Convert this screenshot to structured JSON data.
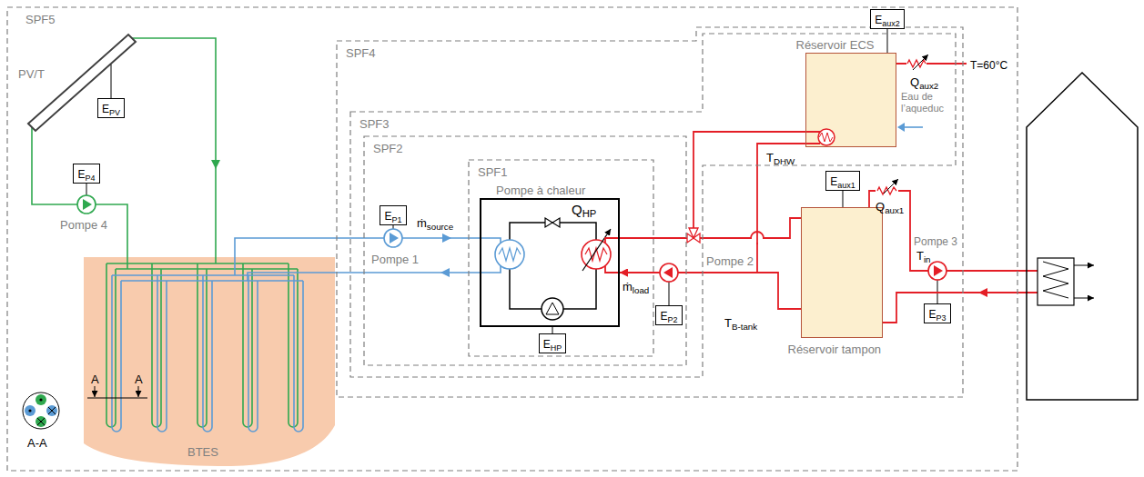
{
  "diagram": {
    "nodes": [
      {
        "text": [
          "SPF5"
        ]
      },
      {
        "text": [
          "SPF4"
        ],
        "in": 0
      },
      {
        "text": [
          "SPF3"
        ],
        "in": 1
      },
      {
        "text": [
          "SPF2"
        ],
        "in": 2
      },
      {
        "text": [
          "SPF1"
        ],
        "in": 3
      },
      {
        "text": [
          "Pompe à chaleur"
        ],
        "in": 4
      },
      {
        "text": [
          "EHP"
        ],
        "in": 4
      },
      {
        "text": [
          "EP1"
        ],
        "in": 3
      },
      {
        "text": [
          "EP2"
        ],
        "in": 3
      },
      {
        "text": [
          "Réservoir ECS"
        ],
        "in": 2
      },
      {
        "text": [
          "Eaux2"
        ],
        "in": 0
      },
      {
        "text": [
          "Réservoir tampon"
        ],
        "in": 1
      },
      {
        "text": [
          "Eaux1"
        ],
        "in": 1
      },
      {
        "text": [
          "EP3"
        ],
        "in": 1
      },
      {
        "text": [
          "EPV"
        ],
        "in": 0
      },
      {
        "text": [
          "EP4"
        ],
        "in": 0
      }
    ],
    "edges": [
      {
        "from": 5,
        "to": 9,
        "arrow": "none"
      },
      {
        "from": 9,
        "to": 5,
        "arrow": "to"
      },
      {
        "from": 5,
        "to": 11,
        "arrow": "none"
      },
      {
        "from": 11,
        "to": 5,
        "arrow": "to"
      },
      {
        "from": 6,
        "to": 5,
        "arrow": "none"
      },
      {
        "from": 10,
        "to": 9,
        "arrow": "none"
      },
      {
        "from": 12,
        "to": 11,
        "arrow": "none"
      }
    ],
    "labels": [
      "PV/T",
      "Pompe 4",
      "Pompe 1",
      "ṁsource",
      "QHP",
      "ṁload",
      "Pompe 2",
      "TDHW",
      "TB-tank",
      "Qaux2",
      "T=60°C",
      "Eau de l’aqueduc",
      "Qaux1",
      "Pompe 3",
      "Tin",
      "A",
      "A",
      "A-A",
      "BTES"
    ]
  }
}
